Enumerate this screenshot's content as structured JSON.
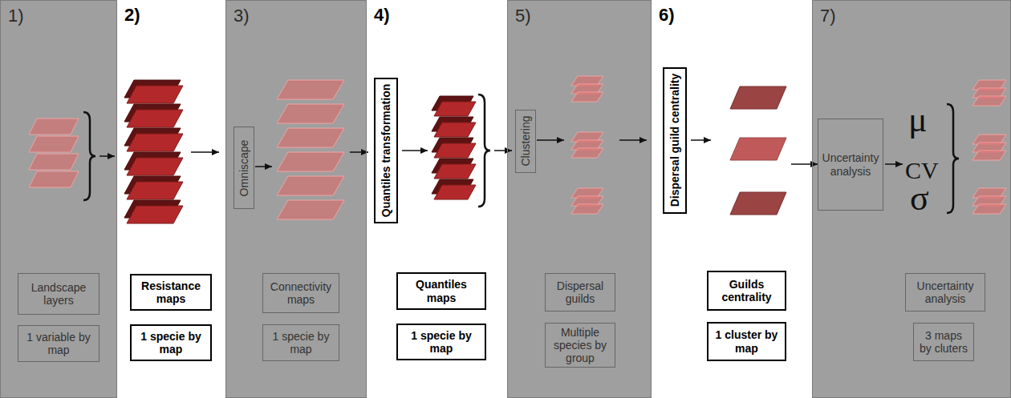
{
  "diagram": {
    "nodes": [
      {
        "text": [
          "1)"
        ]
      },
      {
        "text": [
          "Landscape layers"
        ],
        "in": 0
      },
      {
        "text": [
          "1 variable by map"
        ],
        "in": 0
      },
      {
        "text": [
          "2)"
        ]
      },
      {
        "text": [
          "Resistance maps"
        ],
        "in": 3
      },
      {
        "text": [
          "1 specie by map"
        ],
        "in": 3
      },
      {
        "text": [
          "3)"
        ]
      },
      {
        "text": [
          "Omniscape"
        ],
        "in": 6
      },
      {
        "text": [
          "Connectivity maps"
        ],
        "in": 6
      },
      {
        "text": [
          "1 specie by map"
        ],
        "in": 6
      },
      {
        "text": [
          "4)"
        ]
      },
      {
        "text": [
          "Quantiles transformation"
        ],
        "in": 10
      },
      {
        "text": [
          "Quantiles maps"
        ],
        "in": 10
      },
      {
        "text": [
          "1 specie by map"
        ],
        "in": 10
      },
      {
        "text": [
          "5)"
        ]
      },
      {
        "text": [
          "Clustering"
        ],
        "in": 14
      },
      {
        "text": [
          "Dispersal guilds"
        ],
        "in": 14
      },
      {
        "text": [
          "Multiple species by group"
        ],
        "in": 14
      },
      {
        "text": [
          "6)"
        ]
      },
      {
        "text": [
          "Dispersal guild centrality"
        ],
        "in": 18
      },
      {
        "text": [
          "Guilds centrality"
        ],
        "in": 18
      },
      {
        "text": [
          "1 cluster by map"
        ],
        "in": 18
      },
      {
        "text": [
          "7)"
        ]
      },
      {
        "text": [
          "Uncertainty analysis"
        ],
        "in": 22
      },
      {
        "text": [
          "Uncertainty analysis"
        ],
        "in": 22
      },
      {
        "text": [
          "3 maps by cluters"
        ],
        "in": 22
      }
    ],
    "labels": [
      "μ",
      "CV",
      "σ"
    ]
  }
}
